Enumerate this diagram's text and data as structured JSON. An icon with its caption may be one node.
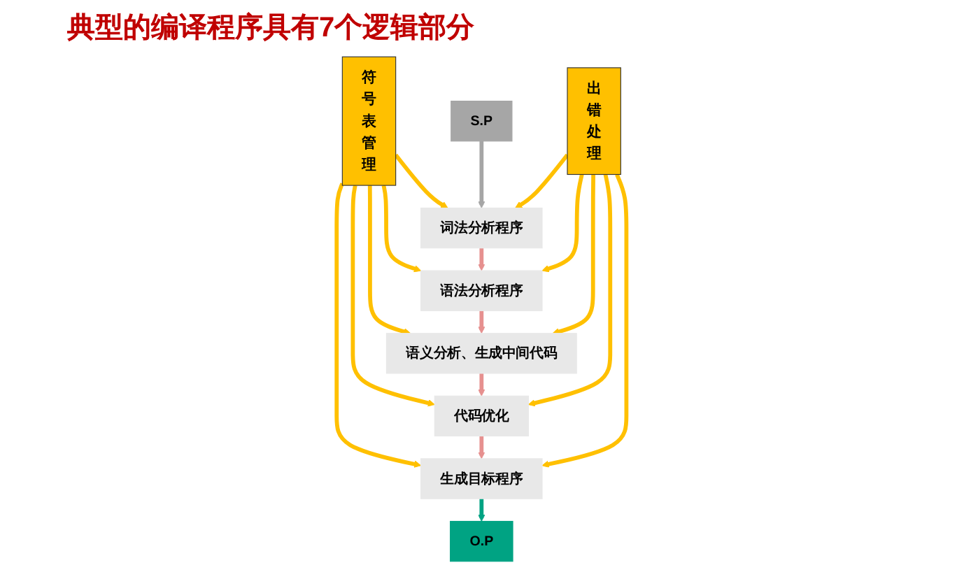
{
  "diagram": {
    "title": "典型的编译程序具有7个逻辑部分",
    "nodes": [
      {
        "text": [
          "S.P"
        ]
      },
      {
        "text": [
          "词法分析程序"
        ]
      },
      {
        "text": [
          "语法分析程序"
        ]
      },
      {
        "text": [
          "语义分析、生成中间代码"
        ]
      },
      {
        "text": [
          "代码优化"
        ]
      },
      {
        "text": [
          "生成目标程序"
        ]
      },
      {
        "text": [
          "O.P"
        ]
      },
      {
        "text": [
          "符号表管理"
        ]
      },
      {
        "text": [
          "出错处理"
        ]
      }
    ],
    "edges": [
      {
        "from": 7,
        "to": 5,
        "arrow": "to"
      },
      {
        "from": 7,
        "to": 4,
        "arrow": "to"
      },
      {
        "from": 7,
        "to": 3,
        "arrow": "to"
      },
      {
        "from": 7,
        "to": 2,
        "arrow": "to"
      },
      {
        "from": 7,
        "to": 1,
        "arrow": "to"
      },
      {
        "from": 0,
        "to": 1,
        "arrow": "to",
        "color": "#a6a6a6"
      },
      {
        "from": 1,
        "to": 2,
        "arrow": "to",
        "color": "#e6908f"
      },
      {
        "from": 2,
        "to": 3,
        "arrow": "to",
        "color": "#e6908f"
      },
      {
        "from": 3,
        "to": 4,
        "arrow": "to",
        "color": "#e6908f"
      },
      {
        "from": 4,
        "to": 5,
        "arrow": "to",
        "color": "#e6908f"
      },
      {
        "from": 5,
        "to": 6,
        "arrow": "to",
        "color": "#00a383"
      },
      {
        "from": 8,
        "to": 1,
        "arrow": "to"
      },
      {
        "from": 8,
        "to": 2,
        "arrow": "to"
      },
      {
        "from": 8,
        "to": 3,
        "arrow": "to"
      },
      {
        "from": 8,
        "to": 4,
        "arrow": "to"
      },
      {
        "from": 8,
        "to": 5,
        "arrow": "to"
      }
    ]
  }
}
